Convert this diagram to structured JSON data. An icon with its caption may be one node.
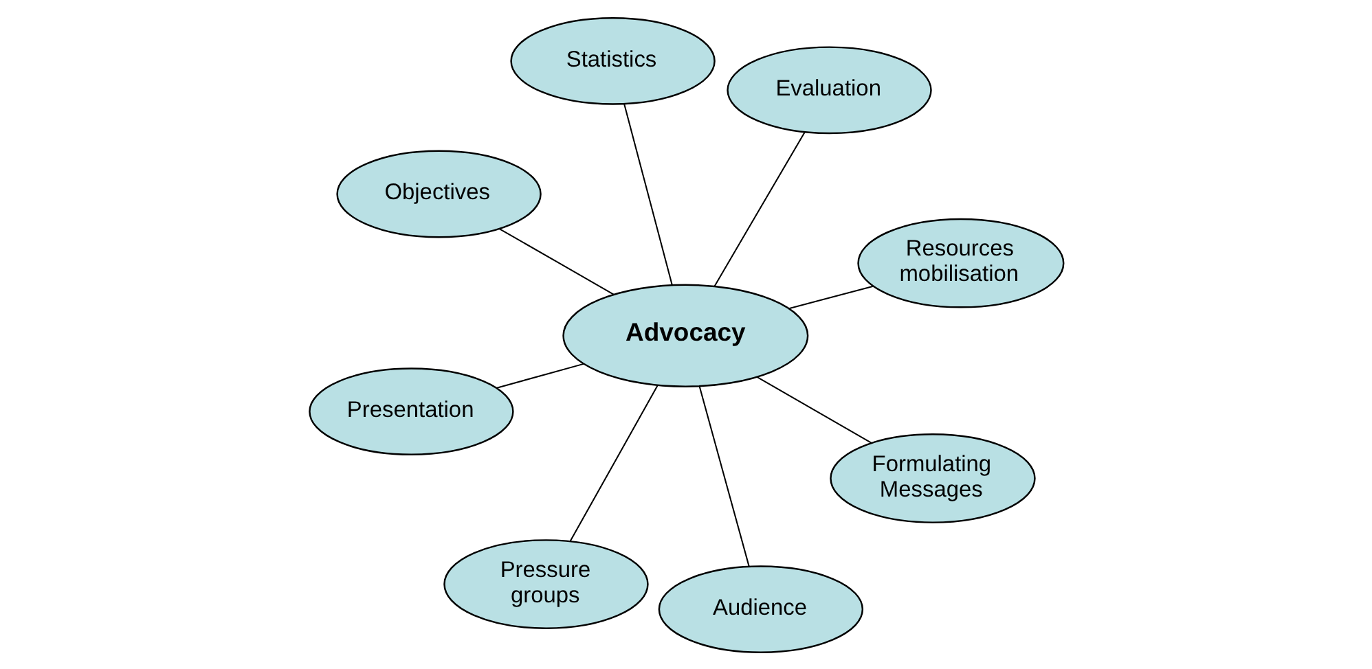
{
  "diagram": {
    "nodes": [
      {
        "text": [
          "Advocacy"
        ]
      },
      {
        "text": [
          "Resources mobilisation"
        ]
      },
      {
        "text": [
          "Pressure groups"
        ]
      },
      {
        "text": [
          "Objectives"
        ]
      },
      {
        "text": [
          "Evaluation"
        ]
      },
      {
        "text": [
          "Statistics"
        ]
      },
      {
        "text": [
          "Presentation"
        ]
      },
      {
        "text": [
          "Formulating Messages"
        ]
      },
      {
        "text": [
          "Audience"
        ]
      }
    ],
    "edges": [
      {
        "from": 0,
        "to": 1,
        "arrow": "none"
      },
      {
        "from": 0,
        "to": 2,
        "arrow": "none"
      },
      {
        "from": 0,
        "to": 3,
        "arrow": "none"
      },
      {
        "from": 0,
        "to": 4,
        "arrow": "none"
      },
      {
        "from": 0,
        "to": 5,
        "arrow": "none"
      },
      {
        "from": 0,
        "to": 6,
        "arrow": "none"
      },
      {
        "from": 0,
        "to": 7,
        "arrow": "none"
      },
      {
        "from": 0,
        "to": 8,
        "arrow": "none"
      }
    ]
  }
}
